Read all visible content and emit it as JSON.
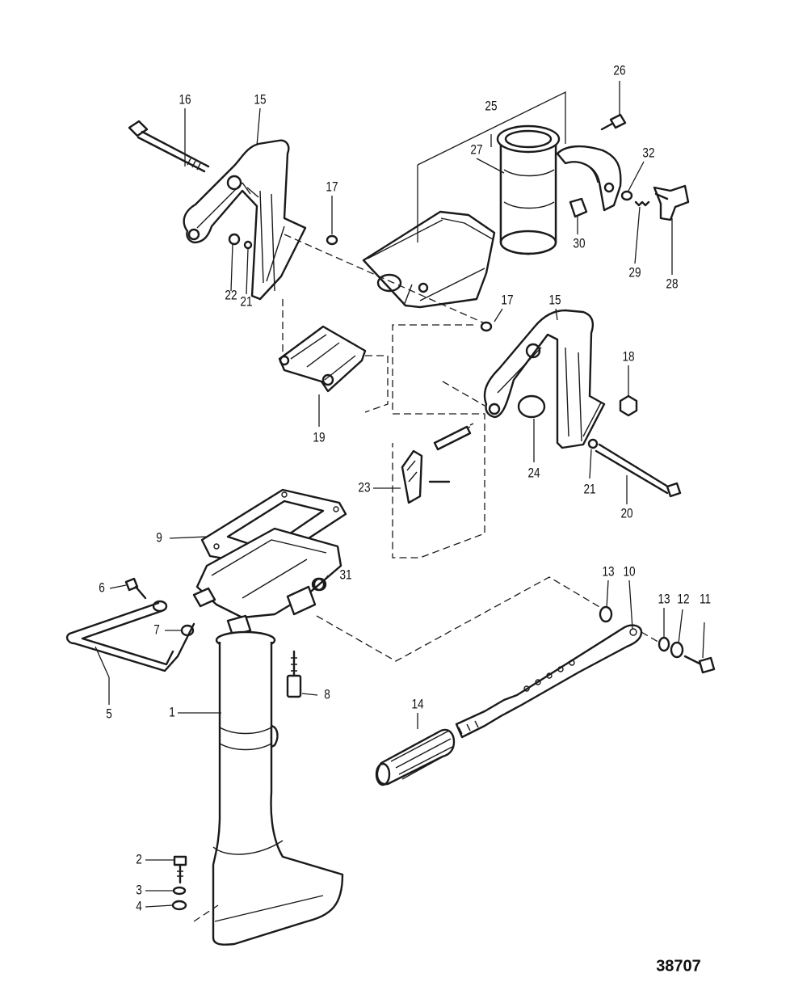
{
  "diagram": {
    "figure_number": "38707",
    "callouts": [
      {
        "id": "c1",
        "text": "1"
      },
      {
        "id": "c2",
        "text": "2"
      },
      {
        "id": "c3",
        "text": "3"
      },
      {
        "id": "c4",
        "text": "4"
      },
      {
        "id": "c5",
        "text": "5"
      },
      {
        "id": "c6",
        "text": "6"
      },
      {
        "id": "c7",
        "text": "7"
      },
      {
        "id": "c8",
        "text": "8"
      },
      {
        "id": "c9",
        "text": "9"
      },
      {
        "id": "c10",
        "text": "10"
      },
      {
        "id": "c11",
        "text": "11"
      },
      {
        "id": "c12",
        "text": "12"
      },
      {
        "id": "c13a",
        "text": "13"
      },
      {
        "id": "c13b",
        "text": "13"
      },
      {
        "id": "c14",
        "text": "14"
      },
      {
        "id": "c15a",
        "text": "15"
      },
      {
        "id": "c15b",
        "text": "15"
      },
      {
        "id": "c16",
        "text": "16"
      },
      {
        "id": "c17a",
        "text": "17"
      },
      {
        "id": "c17b",
        "text": "17"
      },
      {
        "id": "c18",
        "text": "18"
      },
      {
        "id": "c19",
        "text": "19"
      },
      {
        "id": "c20",
        "text": "20"
      },
      {
        "id": "c21a",
        "text": "21"
      },
      {
        "id": "c21b",
        "text": "21"
      },
      {
        "id": "c22",
        "text": "22"
      },
      {
        "id": "c23",
        "text": "23"
      },
      {
        "id": "c24",
        "text": "24"
      },
      {
        "id": "c25",
        "text": "25"
      },
      {
        "id": "c26",
        "text": "26"
      },
      {
        "id": "c27",
        "text": "27"
      },
      {
        "id": "c28",
        "text": "28"
      },
      {
        "id": "c29",
        "text": "29"
      },
      {
        "id": "c30",
        "text": "30"
      },
      {
        "id": "c31",
        "text": "31"
      },
      {
        "id": "c32",
        "text": "32"
      }
    ]
  }
}
